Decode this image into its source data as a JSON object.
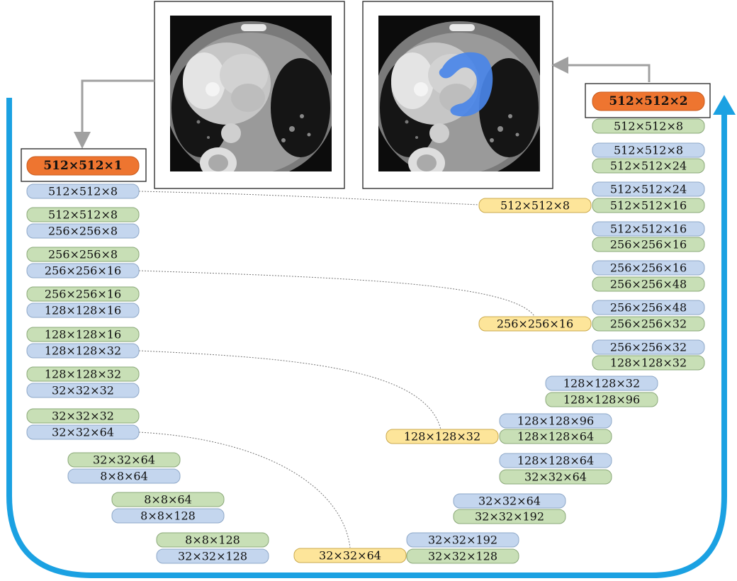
{
  "input_label": "512×512×1",
  "output_label": "512×512×2",
  "encoder": [
    {
      "green": "",
      "blue": "512×512×8"
    },
    {
      "green": "512×512×8",
      "blue": "256×256×8"
    },
    {
      "green": "256×256×8",
      "blue": "256×256×16"
    },
    {
      "green": "256×256×16",
      "blue": "128×128×16"
    },
    {
      "green": "128×128×16",
      "blue": "128×128×32"
    },
    {
      "green": "128×128×32",
      "blue": "32×32×32"
    },
    {
      "green": "32×32×32",
      "blue": "32×32×64"
    },
    {
      "green": "32×32×64",
      "blue": "8×8×64"
    },
    {
      "green": "8×8×64",
      "blue": "8×8×128"
    },
    {
      "green": "8×8×128",
      "blue": "32×32×128"
    }
  ],
  "decoder": [
    {
      "blue": "32×32×192",
      "green": "32×32×128"
    },
    {
      "blue": "32×32×64",
      "green": "32×32×192"
    },
    {
      "blue": "128×128×64",
      "green": "32×32×64"
    },
    {
      "blue": "128×128×96",
      "green": "128×128×64"
    },
    {
      "blue": "128×128×32",
      "green": "128×128×96"
    },
    {
      "blue": "256×256×32",
      "green": "128×128×32"
    },
    {
      "blue": "256×256×48",
      "green": "256×256×32"
    },
    {
      "blue": "256×256×16",
      "green": "256×256×48"
    },
    {
      "blue": "512×512×16",
      "green": "256×256×16"
    },
    {
      "blue": "512×512×24",
      "green": "512×512×16"
    },
    {
      "blue": "512×512×8",
      "green": "512×512×24"
    },
    {
      "blue": "",
      "green": "512×512×8"
    }
  ],
  "skip": [
    "512×512×8",
    "256×256×16",
    "128×128×32",
    "32×32×64"
  ],
  "colors": {
    "green": "#c8dfb6",
    "blue": "#c4d6ee",
    "yellow": "#fde59a",
    "orange": "#ee7530",
    "u_arrow": "#1ba1e2",
    "segmentation": "#4a86e8"
  },
  "images": {
    "input_icon": "ct-slice-icon",
    "output_icon": "segmented-ct-slice-icon"
  }
}
